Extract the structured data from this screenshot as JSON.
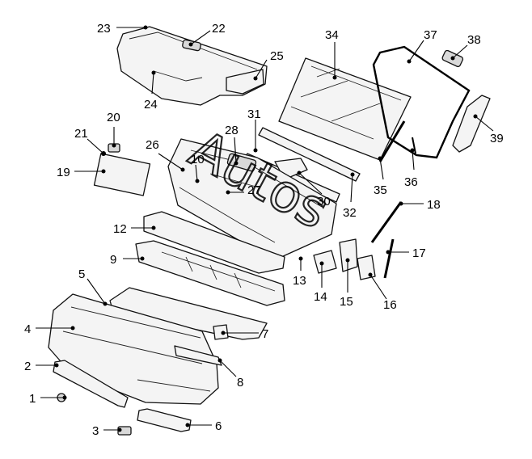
{
  "watermark": "Autos",
  "callouts": [
    {
      "id": "c1",
      "label": "1"
    },
    {
      "id": "c2",
      "label": "2"
    },
    {
      "id": "c3",
      "label": "3"
    },
    {
      "id": "c4",
      "label": "4"
    },
    {
      "id": "c5",
      "label": "5"
    },
    {
      "id": "c6",
      "label": "6"
    },
    {
      "id": "c7",
      "label": "7"
    },
    {
      "id": "c8",
      "label": "8"
    },
    {
      "id": "c9",
      "label": "9"
    },
    {
      "id": "c10",
      "label": "10"
    },
    {
      "id": "c12",
      "label": "12"
    },
    {
      "id": "c13",
      "label": "13"
    },
    {
      "id": "c14",
      "label": "14"
    },
    {
      "id": "c15",
      "label": "15"
    },
    {
      "id": "c16",
      "label": "16"
    },
    {
      "id": "c17",
      "label": "17"
    },
    {
      "id": "c18",
      "label": "18"
    },
    {
      "id": "c19",
      "label": "19"
    },
    {
      "id": "c20",
      "label": "20"
    },
    {
      "id": "c21",
      "label": "21"
    },
    {
      "id": "c22",
      "label": "22"
    },
    {
      "id": "c23",
      "label": "23"
    },
    {
      "id": "c24",
      "label": "24"
    },
    {
      "id": "c25",
      "label": "25"
    },
    {
      "id": "c26",
      "label": "26"
    },
    {
      "id": "c27",
      "label": "27"
    },
    {
      "id": "c28",
      "label": "28"
    },
    {
      "id": "c30",
      "label": "30"
    },
    {
      "id": "c31",
      "label": "31"
    },
    {
      "id": "c32",
      "label": "32"
    },
    {
      "id": "c34",
      "label": "34"
    },
    {
      "id": "c35",
      "label": "35"
    },
    {
      "id": "c36",
      "label": "36"
    },
    {
      "id": "c37",
      "label": "37"
    },
    {
      "id": "c38",
      "label": "38"
    },
    {
      "id": "c39",
      "label": "39"
    }
  ]
}
